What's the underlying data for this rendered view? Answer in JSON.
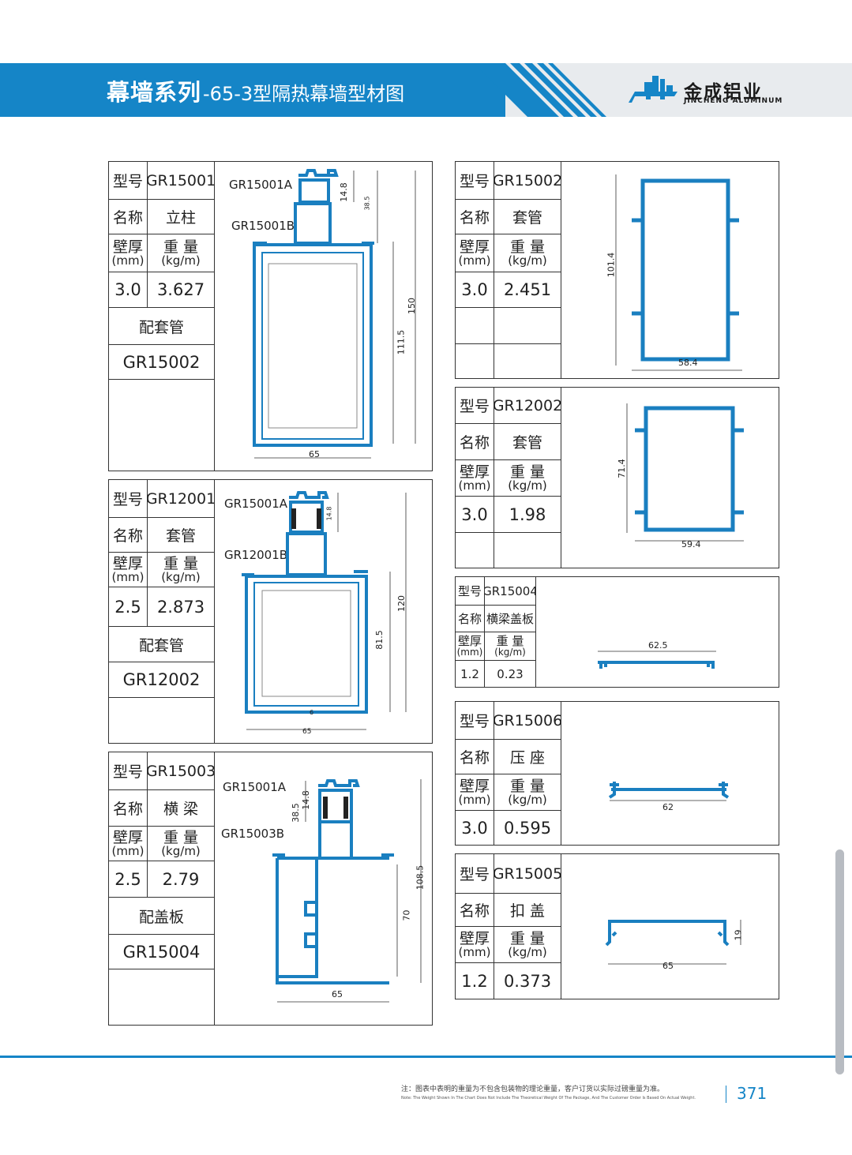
{
  "header": {
    "title_main": "幕墙系列",
    "title_sub": "-65-3型隔热幕墙型材图",
    "brand_cn": "金成铝业",
    "brand_en": "JINCHENG ALUMINUM",
    "brand_color": "#1585c7",
    "logo_icon": "jincheng-logo-icon"
  },
  "labels": {
    "model": "型号",
    "name": "名称",
    "wall": "壁厚",
    "wall_unit": "(mm)",
    "weight": "重 量",
    "weight_unit": "(kg/m)"
  },
  "profiles": {
    "gr15001": {
      "model": "GR15001",
      "name": "立柱",
      "wall": "3.0",
      "weight": "3.627",
      "match_label": "配套管",
      "match_value": "GR15002",
      "part_a": "GR15001A",
      "part_b": "GR15001B",
      "dims": {
        "w": "65",
        "h_total": "150",
        "h_inner": "111.5",
        "top_h": "38.5",
        "cap_h": "14.8"
      }
    },
    "gr12001": {
      "model": "GR12001",
      "name": "套管",
      "wall": "2.5",
      "weight": "2.873",
      "match_label": "配套管",
      "match_value": "GR12002",
      "part_a": "GR15001A",
      "part_b": "GR12001B",
      "dims": {
        "w": "65",
        "h_total": "120",
        "h_inner": "81.5",
        "cap_h": "14.8",
        "small": "6"
      }
    },
    "gr15003": {
      "model": "GR15003",
      "name": "横 梁",
      "wall": "2.5",
      "weight": "2.79",
      "match_label": "配盖板",
      "match_value": "GR15004",
      "part_a": "GR15001A",
      "part_b": "GR15003B",
      "dims": {
        "w": "65",
        "h_total": "108.5",
        "h_inner": "70",
        "top_h": "38.5",
        "cap_h": "14.8"
      }
    },
    "gr15002": {
      "model": "GR15002",
      "name": "套管",
      "wall": "3.0",
      "weight": "2.451",
      "dims": {
        "w": "58.4",
        "h": "101.4"
      }
    },
    "gr12002": {
      "model": "GR12002",
      "name": "套管",
      "wall": "3.0",
      "weight": "1.98",
      "dims": {
        "w": "59.4",
        "h": "71.4"
      }
    },
    "gr15004": {
      "model": "GR15004",
      "name": "横梁盖板",
      "wall": "1.2",
      "weight": "0.23",
      "dims": {
        "w": "62.5"
      }
    },
    "gr15006": {
      "model": "GR15006",
      "name": "压 座",
      "wall": "3.0",
      "weight": "0.595",
      "dims": {
        "w": "62"
      }
    },
    "gr15005": {
      "model": "GR15005",
      "name": "扣 盖",
      "wall": "1.2",
      "weight": "0.373",
      "dims": {
        "w": "65",
        "h": "19"
      }
    }
  },
  "footer": {
    "note_cn": "注：图表中表明的重量为不包含包装物的理论重量，客户订货以实际过磅重量为准。",
    "note_en": "Note: The Weight Shown In The Chart Does Not Include The Theoretical Weight Of The Package, And The Customer Order Is Based On Actual Weight.",
    "page": "371"
  },
  "colors": {
    "profile": "#1a7fc0",
    "insulator": "#222222",
    "line": "#333333"
  }
}
